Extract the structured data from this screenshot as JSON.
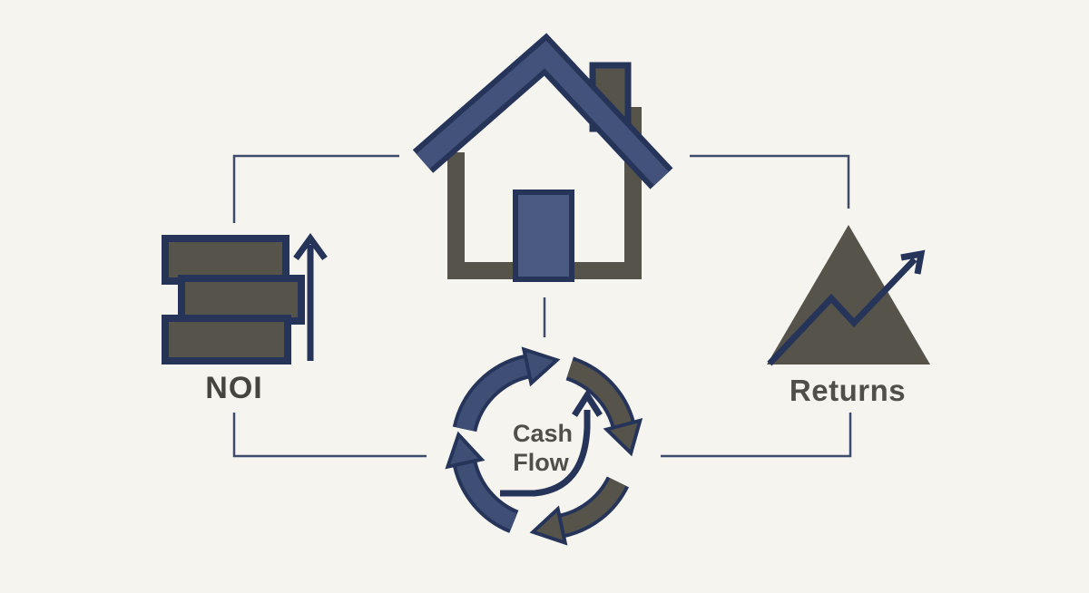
{
  "labels": {
    "noi": "NOI",
    "returns": "Returns",
    "cash_flow_line1": "Cash",
    "cash_flow_line2": "Flow"
  },
  "colors": {
    "bg": "#f5f4ef",
    "navy": "#3e4e74",
    "navydark": "#263459",
    "gray": "#56534b",
    "line": "#3d4c6b",
    "text": "#514f4a",
    "textstrong": "#45443f",
    "door": "#4a5a80",
    "roof": "#42527a"
  },
  "icons": {
    "house-icon": "house outline with chimney and door",
    "cash-stack-icon": "three stacked cash bars",
    "up-arrow-icon": "upward arrow",
    "mountain-icon": "mountain peak",
    "trend-arrow-icon": "rising zigzag trend arrow",
    "cycle-arrows-icon": "four curved arrows forming a clockwise cycle",
    "growth-curve-icon": "curved rising arrow inside cycle"
  },
  "nodes": [
    {
      "id": "property",
      "icon": "house-icon"
    },
    {
      "id": "noi",
      "icon": "cash-stack-icon"
    },
    {
      "id": "returns",
      "icon": "mountain-icon"
    },
    {
      "id": "cash-flow",
      "icon": "cycle-arrows-icon"
    }
  ],
  "connections": [
    {
      "from": "property",
      "to": "noi"
    },
    {
      "from": "property",
      "to": "returns"
    },
    {
      "from": "property",
      "to": "cash-flow"
    },
    {
      "from": "noi",
      "to": "cash-flow"
    },
    {
      "from": "cash-flow",
      "to": "returns"
    }
  ]
}
